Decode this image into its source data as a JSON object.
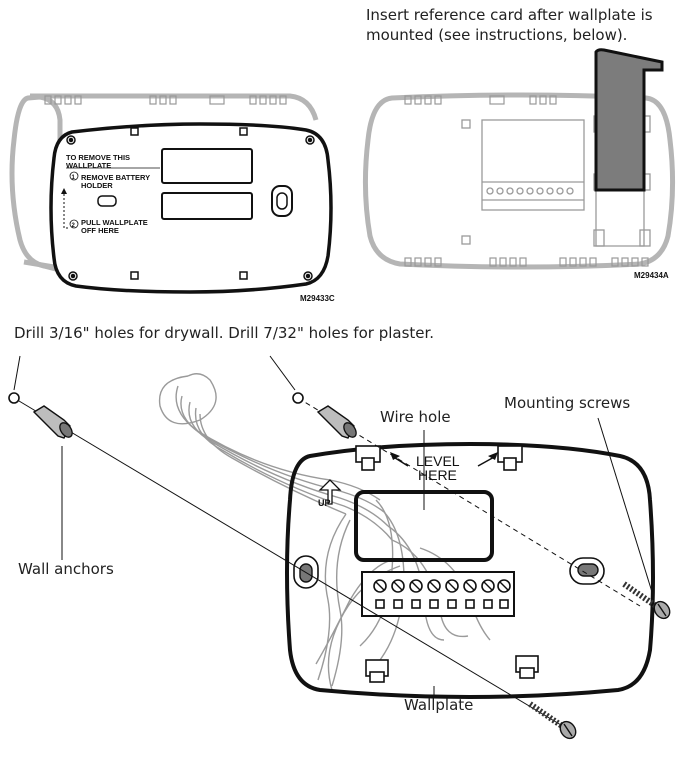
{
  "top_left": {
    "remove_title_line1": "TO REMOVE THIS",
    "remove_title_line2": "WALLPLATE",
    "step1_line1": "REMOVE BATTERY",
    "step1_line2": "HOLDER",
    "step2_line1": "PULL WALLPLATE",
    "step2_line2": "OFF HERE",
    "step1_num": "1",
    "step2_num": "2",
    "figure_code": "M29433C"
  },
  "top_right": {
    "instruction_line1": "Insert reference card after wallplate is",
    "instruction_line2": "mounted (see instructions, below).",
    "figure_code": "M29434A"
  },
  "bottom": {
    "drill_instruction": "Drill 3/16\" holes for drywall. Drill 7/32\" holes for plaster.",
    "wire_hole": "Wire hole",
    "mounting_screws": "Mounting screws",
    "wall_anchors": "Wall anchors",
    "wallplate": "Wallplate",
    "level_line1": "LEVEL",
    "level_line2": "HERE",
    "up_label": "UP"
  }
}
